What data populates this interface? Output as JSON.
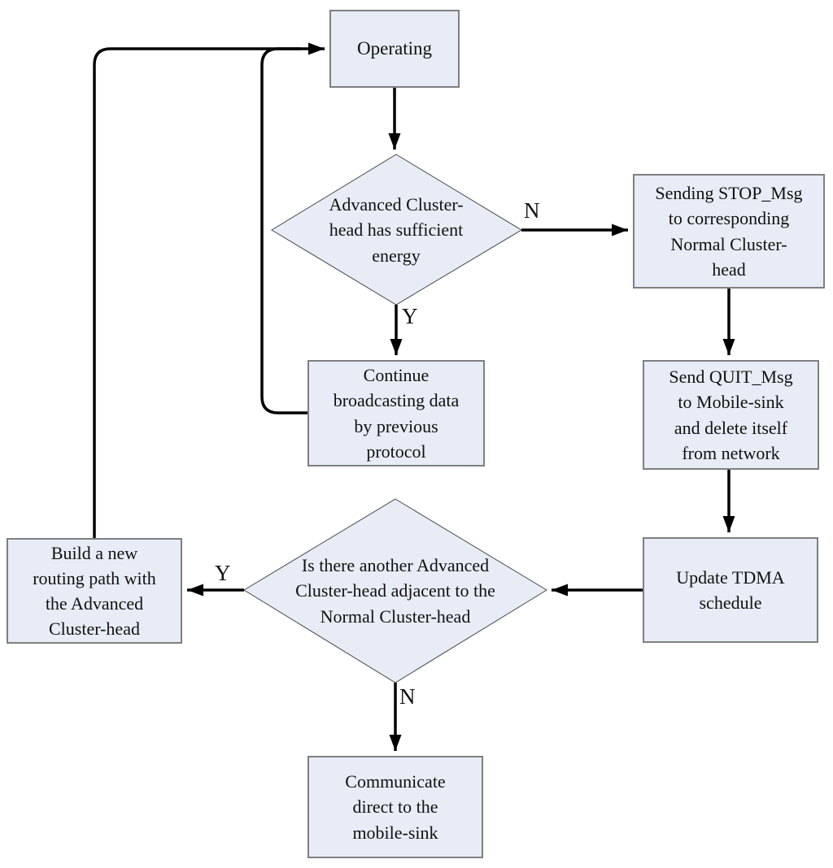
{
  "diagram": {
    "type": "flowchart",
    "nodes": {
      "operating": "Operating",
      "decision_energy": "Advanced Cluster-\nhead has sufficient\nenergy",
      "sending_stop": "Sending STOP_Msg\nto corresponding\nNormal Cluster-\nhead",
      "continue_broadcast": "Continue\nbroadcasting data\nby previous\nprotocol",
      "send_quit": "Send QUIT_Msg\nto Mobile-sink\nand delete itself\nfrom network",
      "update_tdma": "Update TDMA\nschedule",
      "decision_adjacent": "Is there another Advanced\nCluster-head adjacent to the\nNormal Cluster-head",
      "build_path": "Build a new\nrouting path with\nthe Advanced\nCluster-head",
      "communicate_direct": "Communicate\ndirect to the\nmobile-sink"
    },
    "edge_labels": {
      "decision_energy_no": "N",
      "decision_energy_yes": "Y",
      "decision_adjacent_yes": "Y",
      "decision_adjacent_no": "N"
    },
    "colors": {
      "node_fill": "#e7ecf6",
      "box_border": "#7f7f7f",
      "diamond_border": "#4a4a4a",
      "arrow": "#000000"
    }
  }
}
